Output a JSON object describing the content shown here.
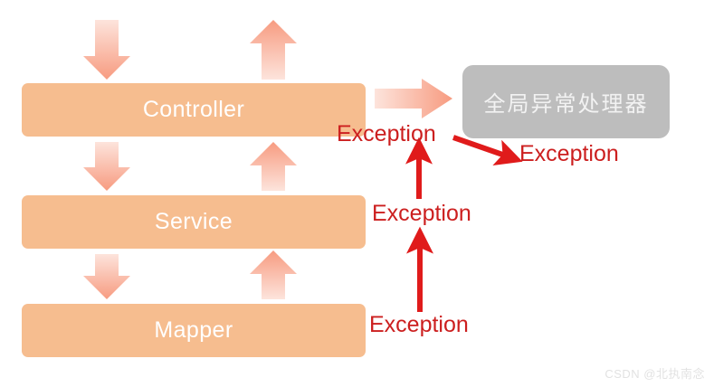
{
  "diagram": {
    "title": "Spring layered exception propagation diagram",
    "background_color": "#ffffff",
    "layers": [
      {
        "id": "controller",
        "label": "Controller"
      },
      {
        "id": "service",
        "label": "Service"
      },
      {
        "id": "mapper",
        "label": "Mapper"
      }
    ],
    "handler": {
      "label": "全局异常处理器",
      "fill_color": "#bdbdbd",
      "text_color": "#f2f2f2"
    },
    "exception_labels": {
      "from_controller": "Exception",
      "to_handler": "Exception",
      "from_service": "Exception",
      "from_mapper": "Exception"
    },
    "colors": {
      "bar_fill": "#f6bd8f",
      "bar_text": "#ffffff",
      "arrow_light": "#fde2da",
      "arrow_dark": "#f79b80",
      "exception_red": "#cc1f1f",
      "handler_gray": "#bdbdbd"
    }
  },
  "watermark": {
    "text": "CSDN @北执南念"
  }
}
